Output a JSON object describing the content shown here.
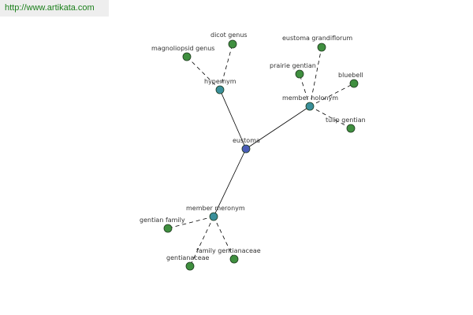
{
  "header": {
    "url": "http://www.artikata.com"
  },
  "colors": {
    "center_node": "#4a5db8",
    "relation_node": "#3a8f9a",
    "leaf_node": "#3f8f3f",
    "edge": "#000000"
  },
  "graph": {
    "center": {
      "id": "eustoma",
      "label": "eustoma"
    },
    "relations": [
      {
        "id": "hypernym",
        "label": "hypernym"
      },
      {
        "id": "member-holonym",
        "label": "member holonym"
      },
      {
        "id": "member-meronym",
        "label": "member meronym"
      }
    ],
    "leaves": [
      {
        "id": "dicot-genus",
        "label": "dicot genus",
        "relation": "hypernym"
      },
      {
        "id": "magnoliopsid-genus",
        "label": "magnoliopsid genus",
        "relation": "hypernym"
      },
      {
        "id": "eustoma-grandiflorum",
        "label": "eustoma grandiflorum",
        "relation": "member-holonym"
      },
      {
        "id": "prairie-gentian",
        "label": "prairie gentian",
        "relation": "member-holonym"
      },
      {
        "id": "bluebell",
        "label": "bluebell",
        "relation": "member-holonym"
      },
      {
        "id": "tulip-gentian",
        "label": "tulip gentian",
        "relation": "member-holonym"
      },
      {
        "id": "gentian-family",
        "label": "gentian family",
        "relation": "member-meronym"
      },
      {
        "id": "family-gentianaceae",
        "label": "family gentianaceae",
        "relation": "member-meronym"
      },
      {
        "id": "gentianaceae",
        "label": "gentianaceae",
        "relation": "member-meronym"
      }
    ]
  }
}
